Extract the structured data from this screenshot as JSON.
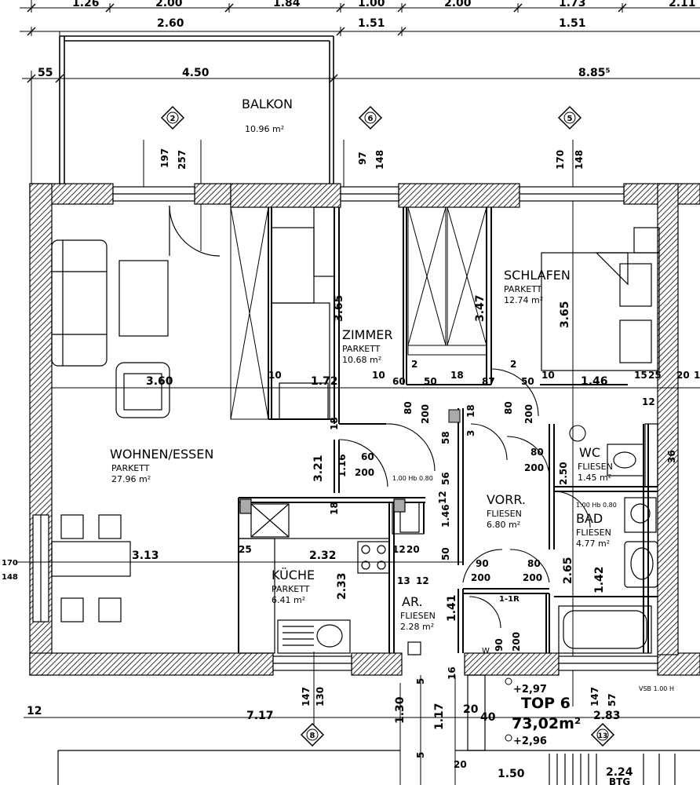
{
  "rooms": {
    "balkon": {
      "name": "BALKON",
      "area": "10.96 m²"
    },
    "wohnen": {
      "name": "WOHNEN/ESSEN",
      "floor": "PARKETT",
      "area": "27.96 m²"
    },
    "zimmer": {
      "name": "ZIMMER",
      "floor": "PARKETT",
      "area": "10.68 m²"
    },
    "schlafen": {
      "name": "SCHLAFEN",
      "floor": "PARKETT",
      "area": "12.74 m²"
    },
    "kueche": {
      "name": "KÜCHE",
      "floor": "PARKETT",
      "area": "6.41 m²"
    },
    "vorr": {
      "name": "VORR.",
      "floor": "FLIESEN",
      "area": "6.80 m²"
    },
    "wc": {
      "name": "WC",
      "floor": "FLIESEN",
      "area": "1.45 m²"
    },
    "bad": {
      "name": "BAD",
      "floor": "FLIESEN",
      "area": "4.77 m²"
    },
    "ar": {
      "name": "AR.",
      "floor": "FLIESEN",
      "area": "2.28 m²"
    }
  },
  "unit": {
    "name": "TOP 6",
    "area": "73,02m²"
  },
  "levels": {
    "upper": "+2,97",
    "lower": "+2,96"
  },
  "markers": {
    "m1": "2",
    "m2": "6",
    "m3": "5",
    "m4": "8",
    "m5": "13"
  },
  "dims": {
    "top": [
      "1.26",
      "2.00",
      "1.84",
      "1.00",
      "2.00",
      "1.73",
      "2.11"
    ],
    "top2": [
      "2.60",
      "1.51",
      "1.51"
    ],
    "row3": [
      "55",
      "4.50",
      "8.85⁵"
    ],
    "sill": [
      "197",
      "257",
      "97",
      "148",
      "170",
      "148"
    ],
    "mid": [
      "3.60",
      "10",
      "1.72",
      "10",
      "60",
      "50",
      "2",
      "18",
      "87",
      "2",
      "50",
      "10",
      "1.46",
      "15",
      "25",
      "20",
      "1",
      "12"
    ],
    "vert": [
      "3.65",
      "3.47",
      "3.65",
      "2.33",
      "2.65",
      "1.42",
      "1.41",
      "3.21",
      "1.16",
      "18",
      "18",
      "56",
      "12",
      "1.46",
      "50",
      "2.50",
      "58",
      "3",
      "18",
      "36"
    ],
    "doors": [
      "80",
      "200",
      "80",
      "200",
      "60",
      "200",
      "80",
      "200",
      "90",
      "200",
      "80",
      "200",
      "90",
      "200"
    ],
    "kitchen": [
      "3.13",
      "25",
      "2.32",
      "12",
      "20",
      "13",
      "12",
      "170",
      "148"
    ],
    "bottom": [
      "12",
      "7.17",
      "147",
      "130",
      "1.30",
      "1.17",
      "20",
      "40",
      "147",
      "57",
      "2.83",
      "1.50",
      "2.24",
      "5",
      "5",
      "16",
      "20"
    ],
    "small": [
      "1.00 Hb 0.80",
      "1.00 Hb 0.80",
      "1-1R",
      "W",
      "VSB 1.00 H",
      "BTG"
    ]
  }
}
